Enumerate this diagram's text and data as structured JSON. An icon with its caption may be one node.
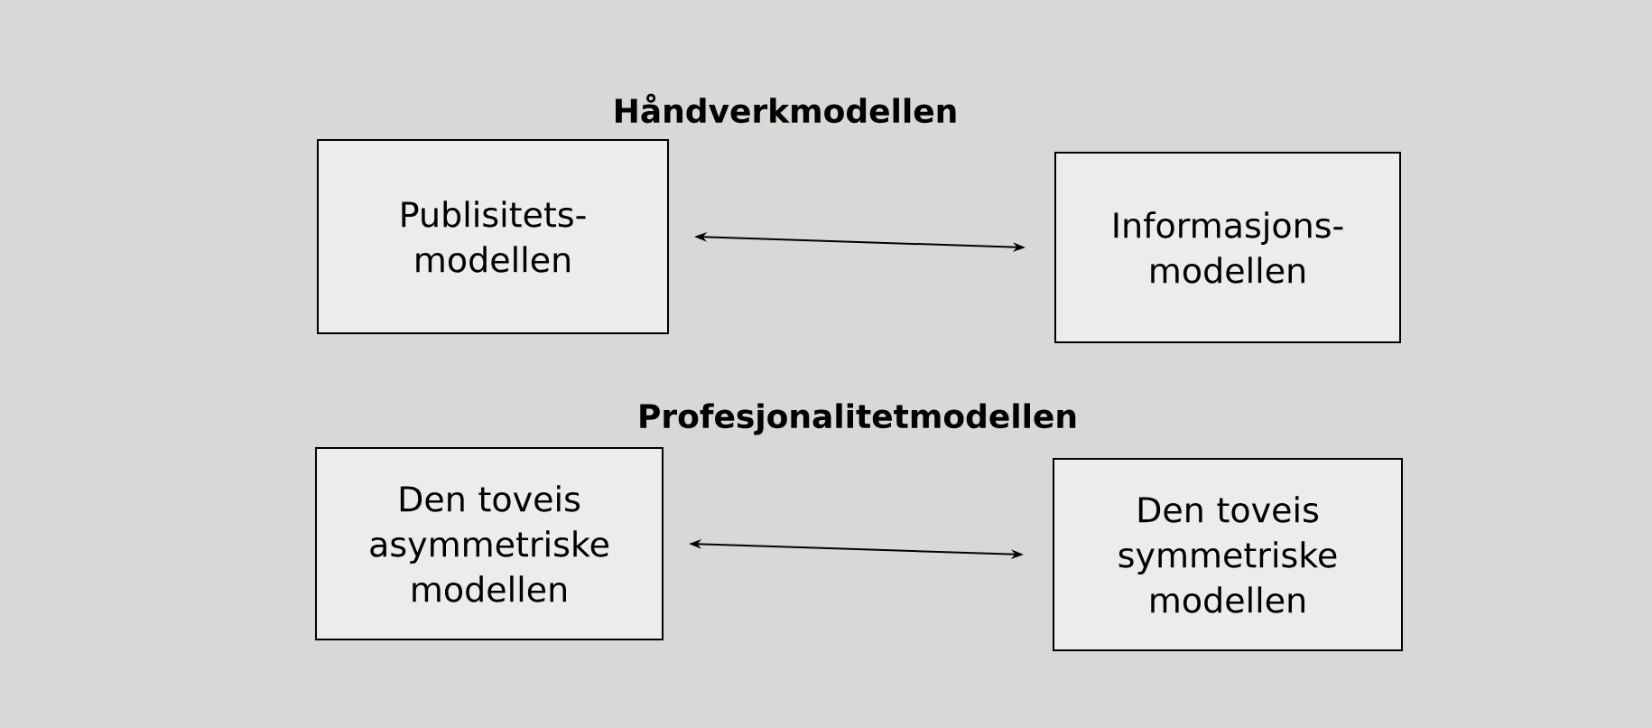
{
  "diagram": {
    "nodes": [
      {
        "text": [
          "Publisitets- modellen"
        ]
      },
      {
        "text": [
          "Informasjons- modellen"
        ]
      },
      {
        "text": [
          "Den toveis asymmetriske modellen"
        ]
      },
      {
        "text": [
          "Den toveis symmetriske modellen"
        ]
      }
    ],
    "edges": [
      {
        "from": 0,
        "to": 1,
        "arrow": "both"
      },
      {
        "from": 2,
        "to": 3,
        "arrow": "both"
      }
    ],
    "labels": [
      "Håndverkmodellen",
      "Profesjonalitetmodellen"
    ]
  }
}
